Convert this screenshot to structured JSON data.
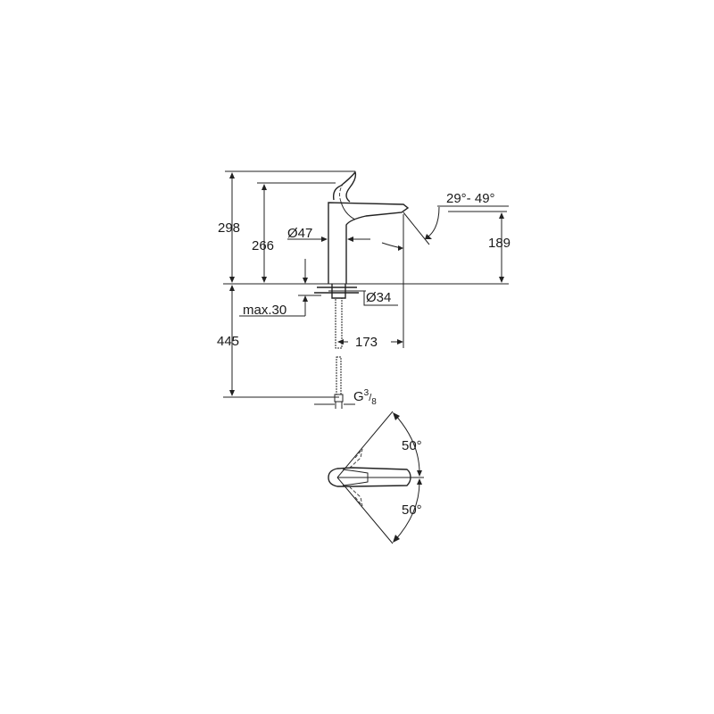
{
  "drawing": {
    "side_view": {
      "total_height": "298",
      "spout_height": "266",
      "body_diameter": "Ø47",
      "spout_angle": "29°- 49°",
      "outlet_height": "189",
      "hole_diameter": "Ø34",
      "max_thickness": "max.30",
      "hose_length": "445",
      "projection": "173",
      "connection_thread": "G",
      "thread_num": "3",
      "thread_den": "8"
    },
    "top_view": {
      "rotation_left": "50°",
      "rotation_right": "50°"
    }
  }
}
